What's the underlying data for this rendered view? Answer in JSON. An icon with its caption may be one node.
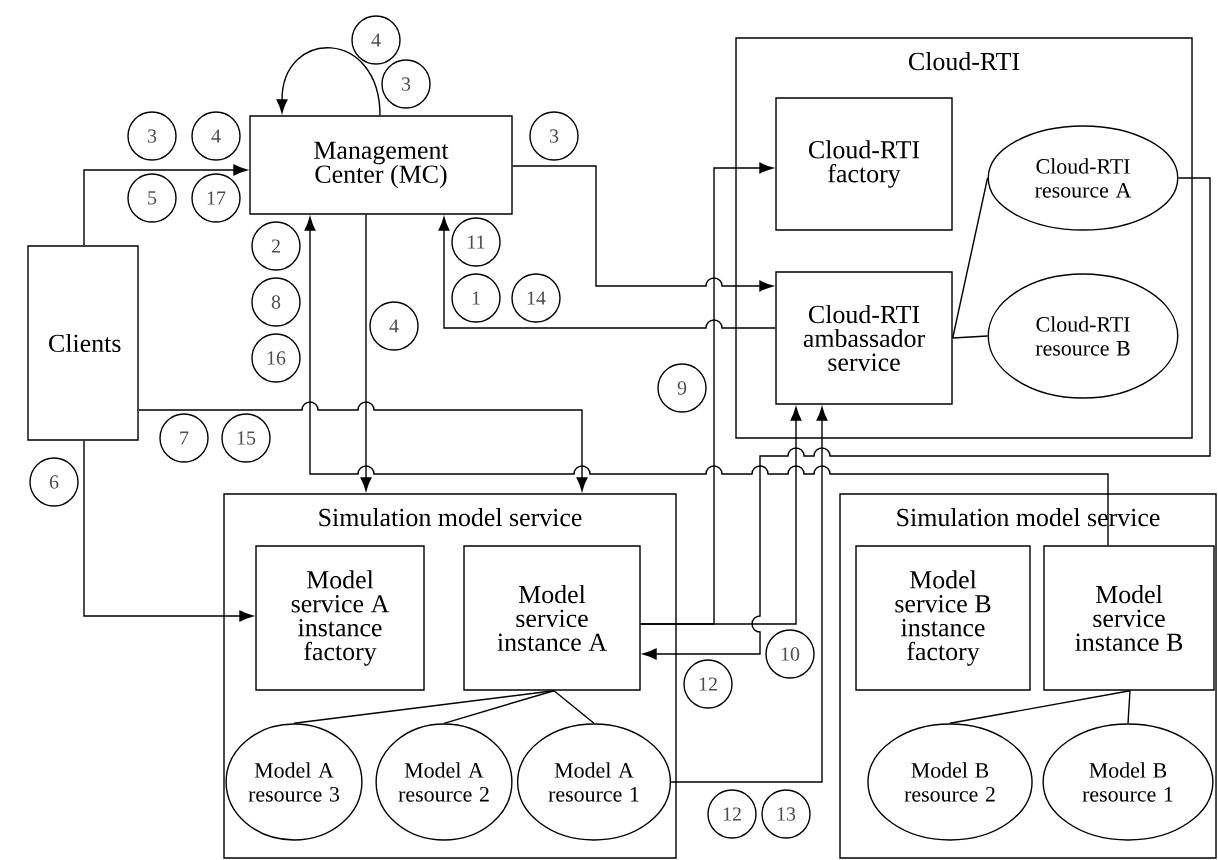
{
  "diagram": {
    "nodes": [
      {
        "text": [
          "Management Center (MC)"
        ]
      },
      {
        "text": [
          "Clients"
        ]
      },
      {
        "text": [
          "Cloud-RTI"
        ]
      },
      {
        "text": [
          "Cloud-RTI factory"
        ],
        "in": 2
      },
      {
        "text": [
          "Cloud-RTI ambassador service"
        ],
        "in": 2
      },
      {
        "text": [
          "Cloud-RTI resource A"
        ],
        "in": 2
      },
      {
        "text": [
          "Cloud-RTI resource B"
        ],
        "in": 2
      },
      {
        "text": [
          "Simulation model service"
        ]
      },
      {
        "text": [
          "Model service A instance factory"
        ],
        "in": 7
      },
      {
        "text": [
          "Model service instance A"
        ],
        "in": 7
      },
      {
        "text": [
          "Model A resource 3"
        ],
        "in": 7
      },
      {
        "text": [
          "Model A resource 2"
        ],
        "in": 7
      },
      {
        "text": [
          "Model A resource 1"
        ],
        "in": 7
      },
      {
        "text": [
          "Simulation model service"
        ]
      },
      {
        "text": [
          "Model service B instance factory"
        ],
        "in": 13
      },
      {
        "text": [
          "Model service instance B"
        ],
        "in": 13
      },
      {
        "text": [
          "Model B resource 2"
        ],
        "in": 13
      },
      {
        "text": [
          "Model B resource 1"
        ],
        "in": 13
      }
    ],
    "edges": [
      {
        "from": 1,
        "to": 0,
        "arrow": "to"
      },
      {
        "from": 0,
        "to": 0,
        "arrow": "to"
      },
      {
        "from": 0,
        "to": 4,
        "arrow": "to"
      },
      {
        "from": 4,
        "to": 0,
        "arrow": "to"
      },
      {
        "from": 1,
        "to": 7,
        "arrow": "to"
      },
      {
        "from": 1,
        "to": 8,
        "arrow": "to"
      },
      {
        "from": 0,
        "to": 7,
        "arrow": "to"
      },
      {
        "from": 15,
        "to": 0,
        "arrow": "to"
      },
      {
        "from": 9,
        "to": 3,
        "arrow": "to"
      },
      {
        "from": 9,
        "to": 4,
        "arrow": "to"
      },
      {
        "from": 5,
        "to": 9,
        "arrow": "to"
      },
      {
        "from": 12,
        "to": 4,
        "arrow": "to"
      },
      {
        "from": 4,
        "to": 5,
        "arrow": "none"
      },
      {
        "from": 4,
        "to": 6,
        "arrow": "none"
      },
      {
        "from": 9,
        "to": 10,
        "arrow": "none"
      },
      {
        "from": 9,
        "to": 11,
        "arrow": "none"
      },
      {
        "from": 9,
        "to": 12,
        "arrow": "none"
      },
      {
        "from": 15,
        "to": 16,
        "arrow": "none"
      },
      {
        "from": 15,
        "to": 17,
        "arrow": "none"
      }
    ],
    "labels": [
      "4",
      "3",
      "3",
      "4",
      "3",
      "5",
      "17",
      "2",
      "11",
      "8",
      "1",
      "14",
      "4",
      "16",
      "9",
      "7",
      "15",
      "6",
      "10",
      "12",
      "12",
      "13"
    ]
  }
}
